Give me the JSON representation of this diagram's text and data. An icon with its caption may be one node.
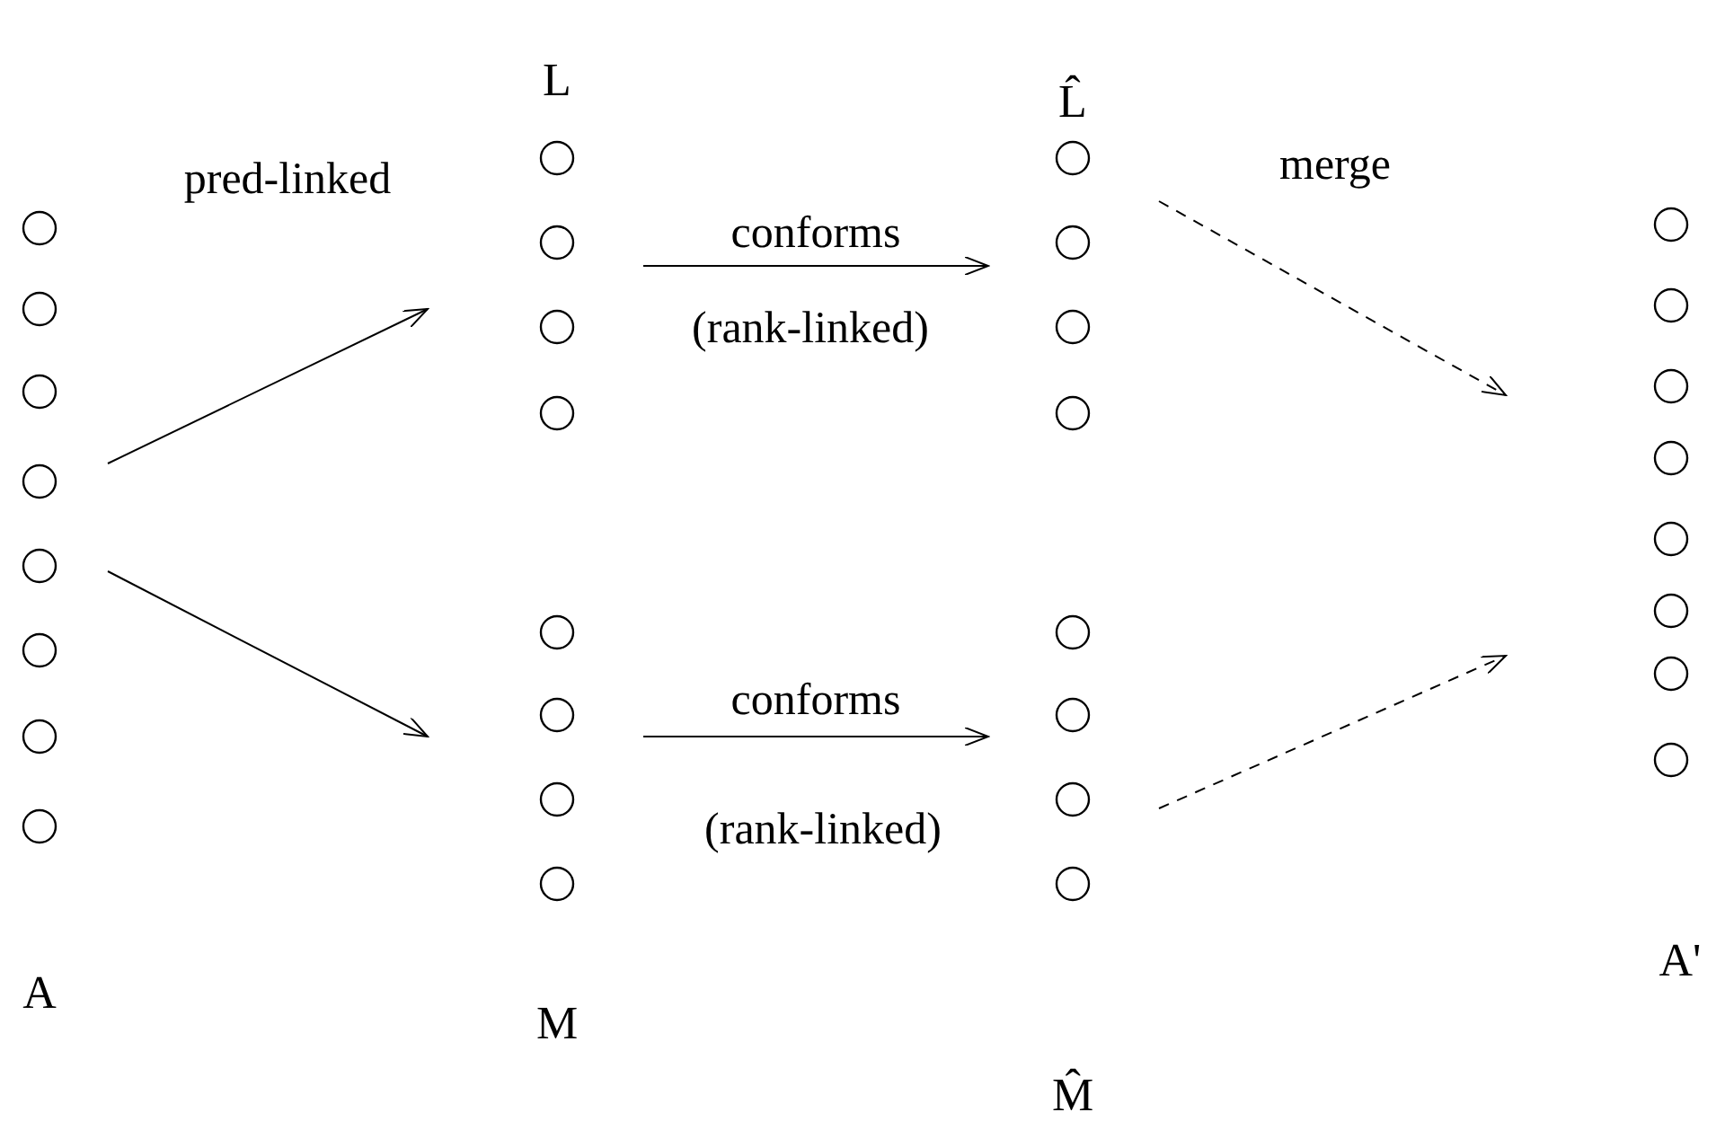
{
  "diagram": {
    "nodes": [
      {
        "text": [
          "A"
        ]
      },
      {
        "text": [],
        "shape": "circle",
        "in": 0
      },
      {
        "text": [],
        "shape": "circle",
        "in": 0
      },
      {
        "text": [],
        "shape": "circle",
        "in": 0
      },
      {
        "text": [],
        "shape": "circle",
        "in": 0
      },
      {
        "text": [],
        "shape": "circle",
        "in": 0
      },
      {
        "text": [],
        "shape": "circle",
        "in": 0
      },
      {
        "text": [],
        "shape": "circle",
        "in": 0
      },
      {
        "text": [],
        "shape": "circle",
        "in": 0
      },
      {
        "text": [
          "L"
        ]
      },
      {
        "text": [],
        "shape": "circle",
        "in": 9
      },
      {
        "text": [],
        "shape": "circle",
        "in": 9
      },
      {
        "text": [],
        "shape": "circle",
        "in": 9
      },
      {
        "text": [],
        "shape": "circle",
        "in": 9
      },
      {
        "text": [
          "M"
        ]
      },
      {
        "text": [],
        "shape": "circle",
        "in": 14
      },
      {
        "text": [],
        "shape": "circle",
        "in": 14
      },
      {
        "text": [],
        "shape": "circle",
        "in": 14
      },
      {
        "text": [],
        "shape": "circle",
        "in": 14
      },
      {
        "text": [
          "L̂"
        ]
      },
      {
        "text": [],
        "shape": "circle",
        "in": 19
      },
      {
        "text": [],
        "shape": "circle",
        "in": 19
      },
      {
        "text": [],
        "shape": "circle",
        "in": 19
      },
      {
        "text": [],
        "shape": "circle",
        "in": 19
      },
      {
        "text": [
          "M̂"
        ]
      },
      {
        "text": [],
        "shape": "circle",
        "in": 24
      },
      {
        "text": [],
        "shape": "circle",
        "in": 24
      },
      {
        "text": [],
        "shape": "circle",
        "in": 24
      },
      {
        "text": [],
        "shape": "circle",
        "in": 24
      },
      {
        "text": [
          "A'"
        ]
      },
      {
        "text": [],
        "shape": "circle",
        "in": 29
      },
      {
        "text": [],
        "shape": "circle",
        "in": 29
      },
      {
        "text": [],
        "shape": "circle",
        "in": 29
      },
      {
        "text": [],
        "shape": "circle",
        "in": 29
      },
      {
        "text": [],
        "shape": "circle",
        "in": 29
      },
      {
        "text": [],
        "shape": "circle",
        "in": 29
      },
      {
        "text": [],
        "shape": "circle",
        "in": 29
      },
      {
        "text": [],
        "shape": "circle",
        "in": 29
      }
    ],
    "edges": [
      {
        "from": 0,
        "to": 9,
        "arrow": "to"
      },
      {
        "from": 0,
        "to": 14,
        "arrow": "to"
      },
      {
        "from": 9,
        "to": 19,
        "arrow": "to",
        "label": "conforms"
      },
      {
        "from": 14,
        "to": 24,
        "arrow": "to",
        "label": "conforms"
      },
      {
        "from": 19,
        "to": 29,
        "arrow": "to",
        "style": "dashed"
      },
      {
        "from": 24,
        "to": 29,
        "arrow": "to",
        "style": "dashed"
      }
    ],
    "labels": [
      "pred-linked",
      "(rank-linked)",
      "(rank-linked)",
      "merge"
    ]
  }
}
